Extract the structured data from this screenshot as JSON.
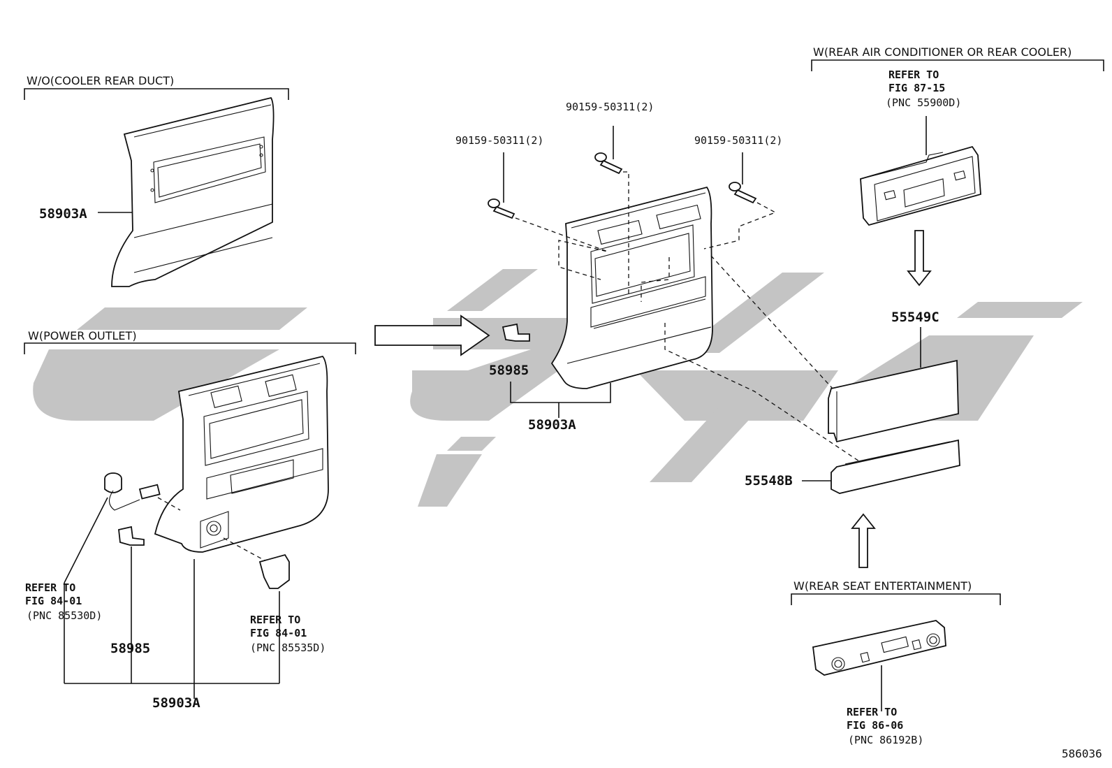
{
  "watermark": {
    "color": "#c4c4c4"
  },
  "diagram_id": "586036",
  "sections": {
    "without_cooler_rear_duct": "W/O(COOLER REAR DUCT)",
    "with_power_outlet": "W(POWER OUTLET)",
    "with_rear_ac": "W(REAR AIR CONDITIONER OR REAR COOLER)",
    "with_rear_seat_ent": "W(REAR SEAT ENTERTAINMENT)"
  },
  "parts": {
    "panel_top": "58903A",
    "panel_power": "58903A",
    "panel_center": "58903A",
    "clip_left": "58985",
    "clip_center": "58985",
    "panel_55549": "55549C",
    "panel_55548": "55548B",
    "screw_top": "90159-50311(2)",
    "screw_left": "90159-50311(2)",
    "screw_right": "90159-50311(2)"
  },
  "refs": {
    "ac_control": {
      "refer": "REFER TO",
      "fig": "FIG 87-15",
      "pnc": "(PNC 55900D)"
    },
    "socket_left": {
      "refer": "REFER TO",
      "fig": "FIG 84-01",
      "pnc": "(PNC 85530D)"
    },
    "socket_cap": {
      "refer": "REFER TO",
      "fig": "FIG 84-01",
      "pnc": " (PNC 85535D)"
    },
    "rse_control": {
      "refer": "REFER TO",
      "fig": "FIG 86-06",
      "pnc": "(PNC 86192B)"
    }
  }
}
